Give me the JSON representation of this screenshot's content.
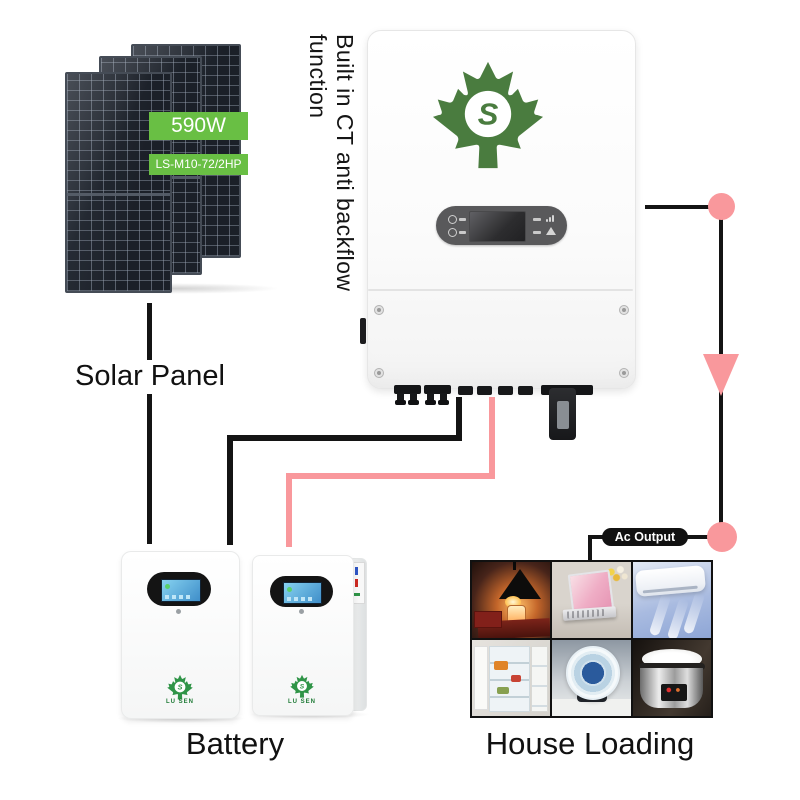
{
  "note": {
    "text": "Built in CT anti backflow function"
  },
  "solar": {
    "power_badge": "590W",
    "model_badge": "LS-M10-72/2HP",
    "label": "Solar Panel"
  },
  "inverter": {
    "logo_letter": "S"
  },
  "battery": {
    "label": "Battery",
    "brand": "LU SEN"
  },
  "ac_output": {
    "label": "Ac Output"
  },
  "house": {
    "label": "House Loading",
    "appliances": [
      "table-lamp",
      "laptop",
      "air-conditioner",
      "refrigerator",
      "desk-fan",
      "rice-cooker"
    ]
  },
  "colors": {
    "badge_green": "#69bf44",
    "inverter_leaf_green": "#4a7c3f",
    "battery_leaf_green": "#2f9447",
    "wire_black": "#141414",
    "wire_pink": "#f9989c",
    "ac_output_pill": "#111111"
  }
}
